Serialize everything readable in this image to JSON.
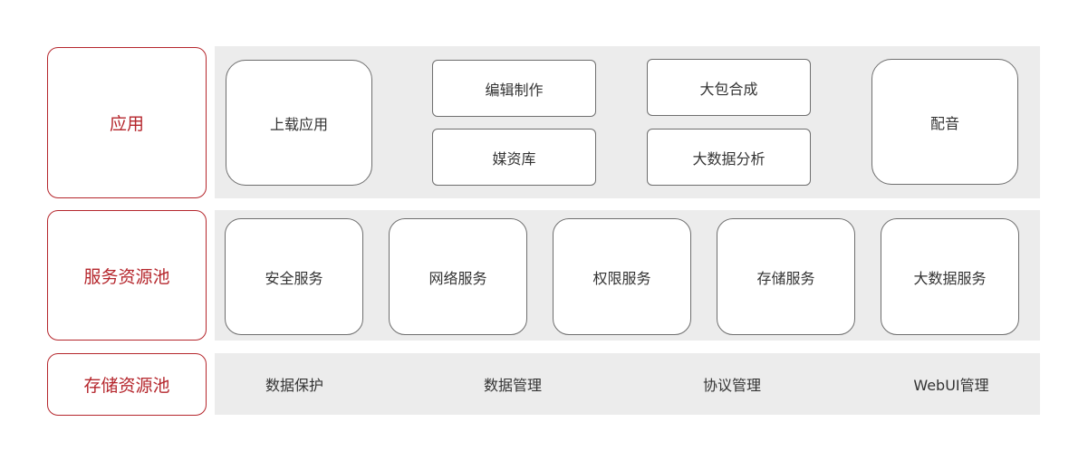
{
  "rows": {
    "app": {
      "label": "应用",
      "items": {
        "upload": "上载应用",
        "edit": "编辑制作",
        "media_lib": "媒资库",
        "package": "大包合成",
        "big_data_analysis": "大数据分析",
        "dubbing": "配音"
      }
    },
    "service_pool": {
      "label": "服务资源池",
      "items": [
        "安全服务",
        "网络服务",
        "权限服务",
        "存储服务",
        "大数据服务"
      ]
    },
    "storage_pool": {
      "label": "存储资源池",
      "items": [
        "数据保护",
        "数据管理",
        "协议管理",
        "WebUI管理"
      ]
    }
  },
  "colors": {
    "accent": "#b5262c",
    "row_background": "#ececec",
    "card_border": "#6e6e6e"
  }
}
